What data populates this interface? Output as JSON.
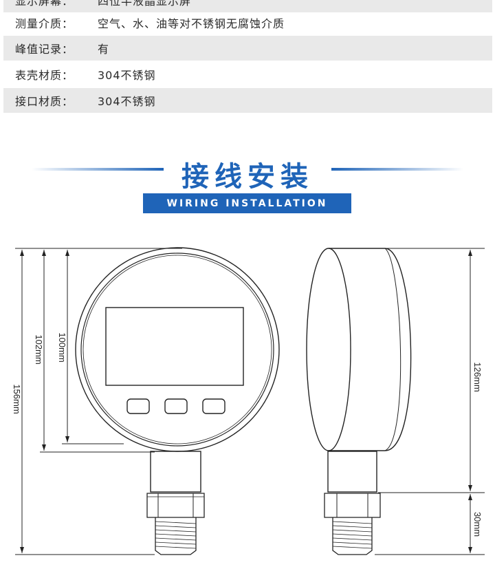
{
  "specs": [
    {
      "label": "显示屏幕：",
      "value": "四位半液晶显示屏",
      "shaded": true
    },
    {
      "label": "测量介质：",
      "value": "空气、水、油等对不锈钢无腐蚀介质",
      "shaded": false
    },
    {
      "label": "峰值记录：",
      "value": "有",
      "shaded": true
    },
    {
      "label": "表壳材质：",
      "value": "304不锈钢",
      "shaded": false
    },
    {
      "label": "接口材质：",
      "value": "304不锈钢",
      "shaded": true
    }
  ],
  "section": {
    "title": "接线安装",
    "subtitle": "WIRING INSTALLATION"
  },
  "dimensions": {
    "total_height": "156mm",
    "case_diameter": "102mm",
    "display_window": "100mm",
    "side_height": "126mm",
    "thread_length": "30mm"
  },
  "colors": {
    "brand_blue": "#1f64b8",
    "row_shade": "#e9e9e9"
  }
}
